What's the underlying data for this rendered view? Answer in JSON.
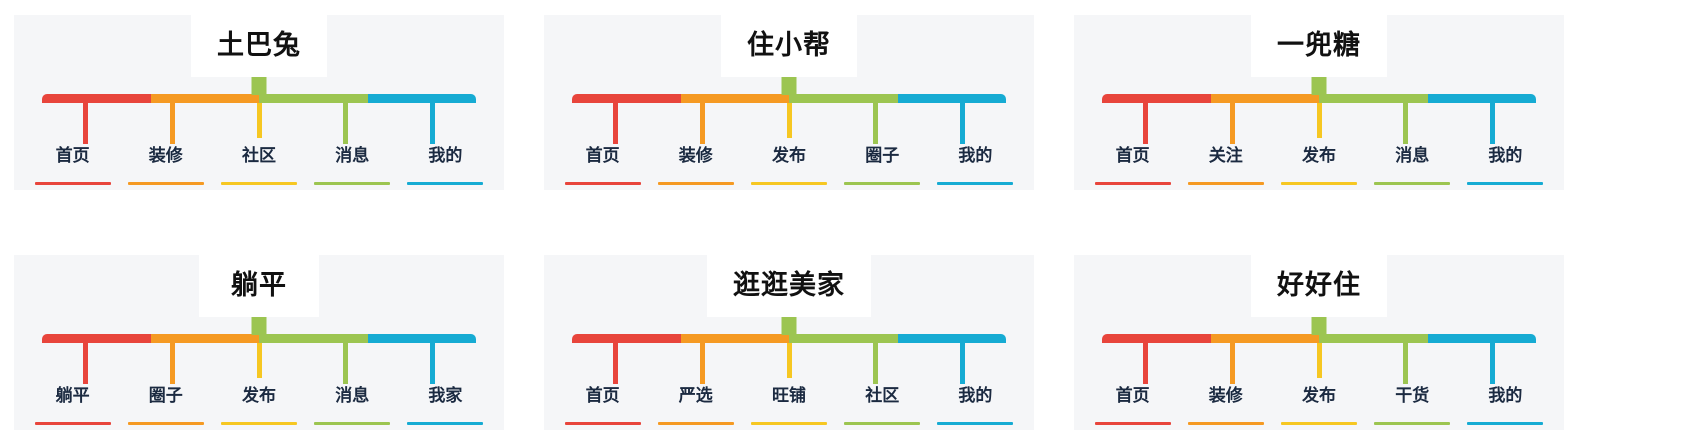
{
  "page": {
    "background": "#ffffff",
    "card_background": "#f5f6f8",
    "title_plaque_background": "#ffffff",
    "label_color": "#1b2a41",
    "title_color": "#111111"
  },
  "palette": {
    "red": "#e8453c",
    "orange": "#f59a23",
    "yellow": "#f6c722",
    "green": "#9cc551",
    "cyan": "#16abd3",
    "tab_green": "#9cc551"
  },
  "rail_segment_colors": [
    "#e8453c",
    "#f59a23",
    "#9cc551",
    "#16abd3"
  ],
  "drop_colors": [
    "#e8453c",
    "#f59a23",
    "#f6c722",
    "#9cc551",
    "#16abd3"
  ],
  "rule_colors": [
    "#e8453c",
    "#f59a23",
    "#f6c722",
    "#9cc551",
    "#16abd3"
  ],
  "panels": [
    {
      "id": "tubatu",
      "title": "土巴兔",
      "tabs": [
        "首页",
        "装修",
        "社区",
        "消息",
        "我的"
      ]
    },
    {
      "id": "zhuxiaobang",
      "title": "住小帮",
      "tabs": [
        "首页",
        "装修",
        "发布",
        "圈子",
        "我的"
      ]
    },
    {
      "id": "yidoutang",
      "title": "一兜糖",
      "tabs": [
        "首页",
        "关注",
        "发布",
        "消息",
        "我的"
      ]
    },
    {
      "id": "tangping",
      "title": "躺平",
      "tabs": [
        "躺平",
        "圈子",
        "发布",
        "消息",
        "我家"
      ]
    },
    {
      "id": "guangguangmeijia",
      "title": "逛逛美家",
      "tabs": [
        "首页",
        "严选",
        "旺铺",
        "社区",
        "我的"
      ]
    },
    {
      "id": "haohaozhu",
      "title": "好好住",
      "tabs": [
        "首页",
        "装修",
        "发布",
        "干货",
        "我的"
      ]
    }
  ]
}
